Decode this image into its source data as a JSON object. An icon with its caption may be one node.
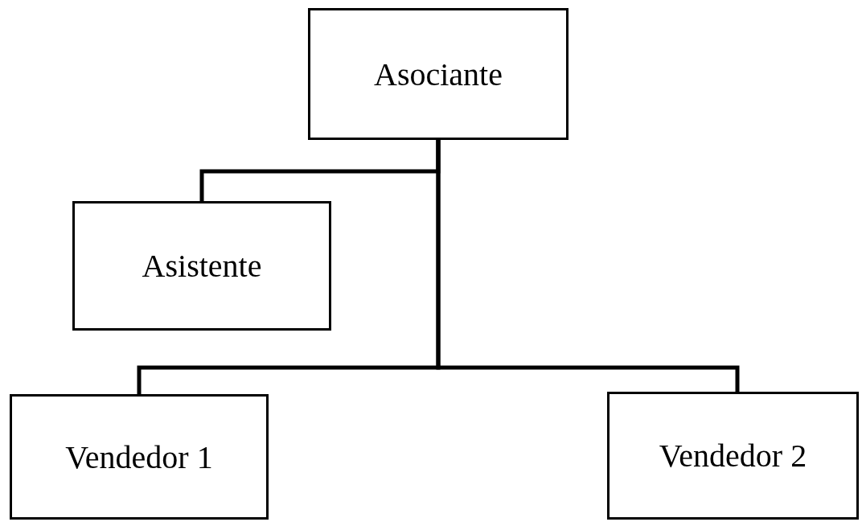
{
  "diagram": {
    "nodes": [
      {
        "text": [
          "Asociante"
        ]
      },
      {
        "text": [
          "Asistente"
        ]
      },
      {
        "text": [
          "Vendedor 1"
        ]
      },
      {
        "text": [
          "Vendedor 2"
        ]
      }
    ],
    "edges": [
      {
        "from": 0,
        "to": 1,
        "arrow": "none"
      },
      {
        "from": 0,
        "to": 2,
        "arrow": "none"
      },
      {
        "from": 0,
        "to": 3,
        "arrow": "none"
      }
    ]
  }
}
